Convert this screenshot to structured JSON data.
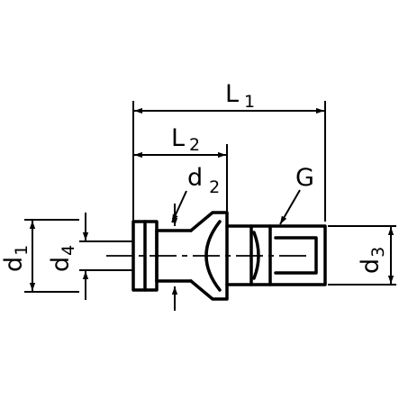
{
  "labels": {
    "L1": {
      "main": "L",
      "sub": "1"
    },
    "L2": {
      "main": "L",
      "sub": "2"
    },
    "d2": {
      "main": "d",
      "sub": "2"
    },
    "G": {
      "main": "G"
    },
    "d1": {
      "main": "d",
      "sub": "1"
    },
    "d4": {
      "main": "d",
      "sub": "4"
    },
    "d3": {
      "main": "d",
      "sub": "3"
    }
  }
}
